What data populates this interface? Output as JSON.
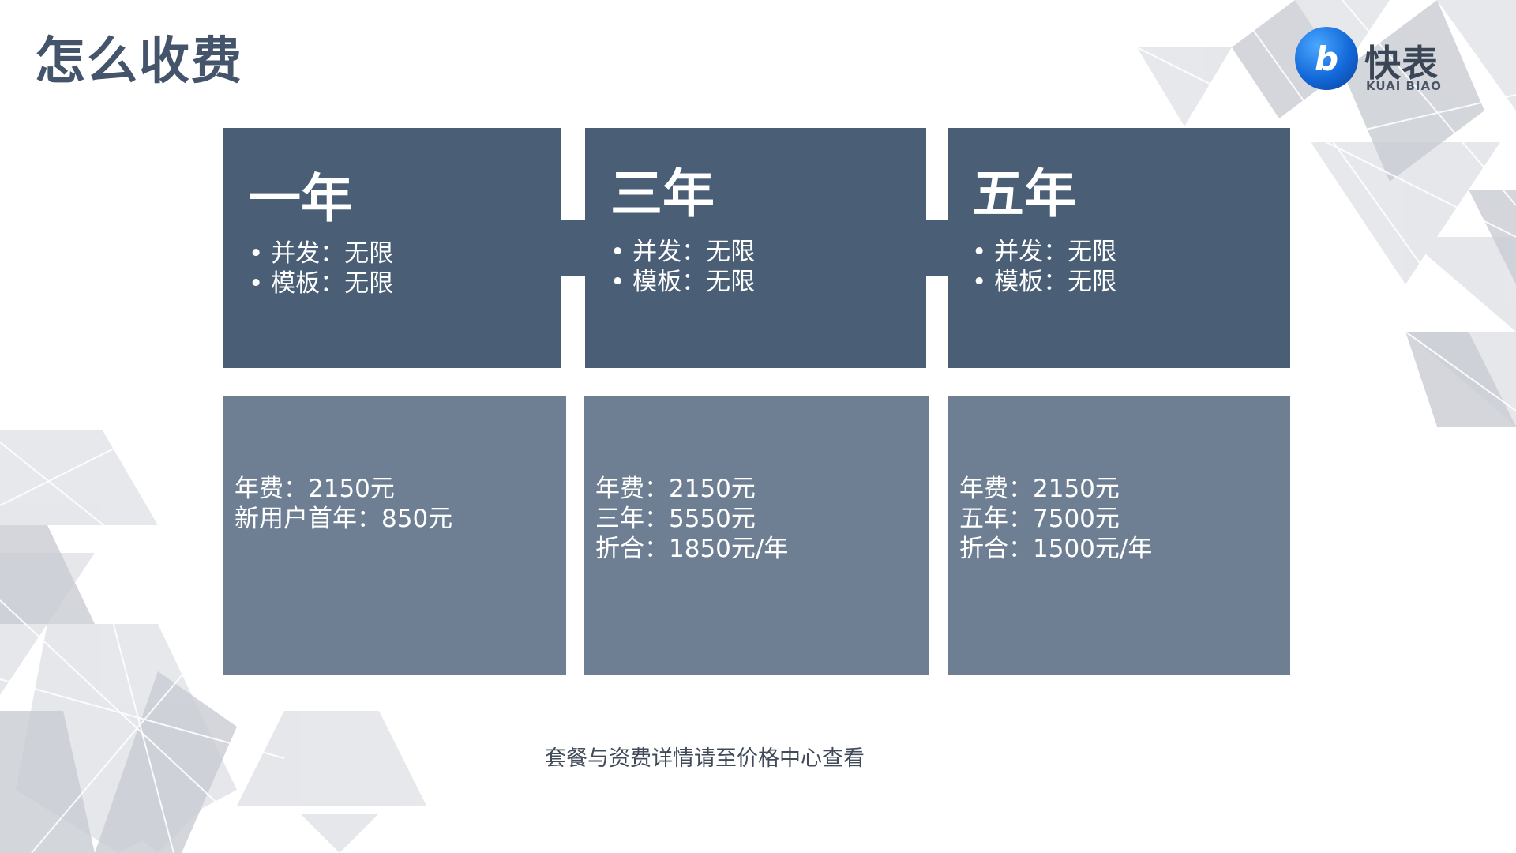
{
  "title": "怎么收费",
  "logo": {
    "mark": "b",
    "name_cn": "快表",
    "name_en": "KUAI BIAO"
  },
  "plans": [
    {
      "name": "一年",
      "features": [
        "并发：无限",
        "模板：无限"
      ],
      "pricing": [
        "年费：2150元",
        "新用户首年：850元"
      ]
    },
    {
      "name": "三年",
      "features": [
        "并发：无限",
        "模板：无限"
      ],
      "pricing": [
        "年费：2150元",
        "三年：5550元",
        "折合：1850元/年"
      ]
    },
    {
      "name": "五年",
      "features": [
        "并发：无限",
        "模板：无限"
      ],
      "pricing": [
        "年费：2150元",
        "五年：7500元",
        "折合：1500元/年"
      ]
    }
  ],
  "footnote": "套餐与资费详情请至价格中心查看",
  "colors": {
    "title": "#44546a",
    "plan_card": "#4a5e76",
    "price_card": "#6f7f93",
    "logo_blue": "#1368d8"
  }
}
